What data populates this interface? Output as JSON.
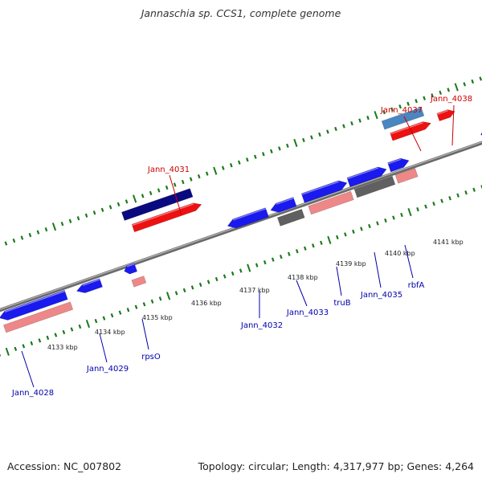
{
  "title": "Jannaschia sp. CCS1, complete genome",
  "footer": {
    "accession": "Accession: NC_007802",
    "topology": "Topology: circular; Length: 4,317,977 bp; Genes: 4,264"
  },
  "colors": {
    "backbone": "#8a8a8a",
    "tick": "#1a7a1a",
    "label_upper": "#cc0000",
    "label_lower": "#0000aa",
    "cds_blue": "#1a1aee",
    "cds_navy": "#0a0a80",
    "cds_red": "#ee1111",
    "cds_pink": "#ee8888",
    "cds_gray": "#606060",
    "cds_steel": "#4a86c0"
  },
  "scale_labels": [
    "4133 kbp",
    "4134 kbp",
    "4135 kbp",
    "4136 kbp",
    "4137 kbp",
    "4138 kbp",
    "4139 kbp",
    "4140 kbp",
    "4141 kbp"
  ],
  "gene_labels_upper": [
    "Jann_4031",
    "Jann_4037",
    "Jann_4038"
  ],
  "gene_labels_lower": [
    "Jann_4028",
    "Jann_4029",
    "rpsO",
    "Jann_4032",
    "Jann_4033",
    "truB",
    "Jann_4035",
    "rbfA"
  ]
}
